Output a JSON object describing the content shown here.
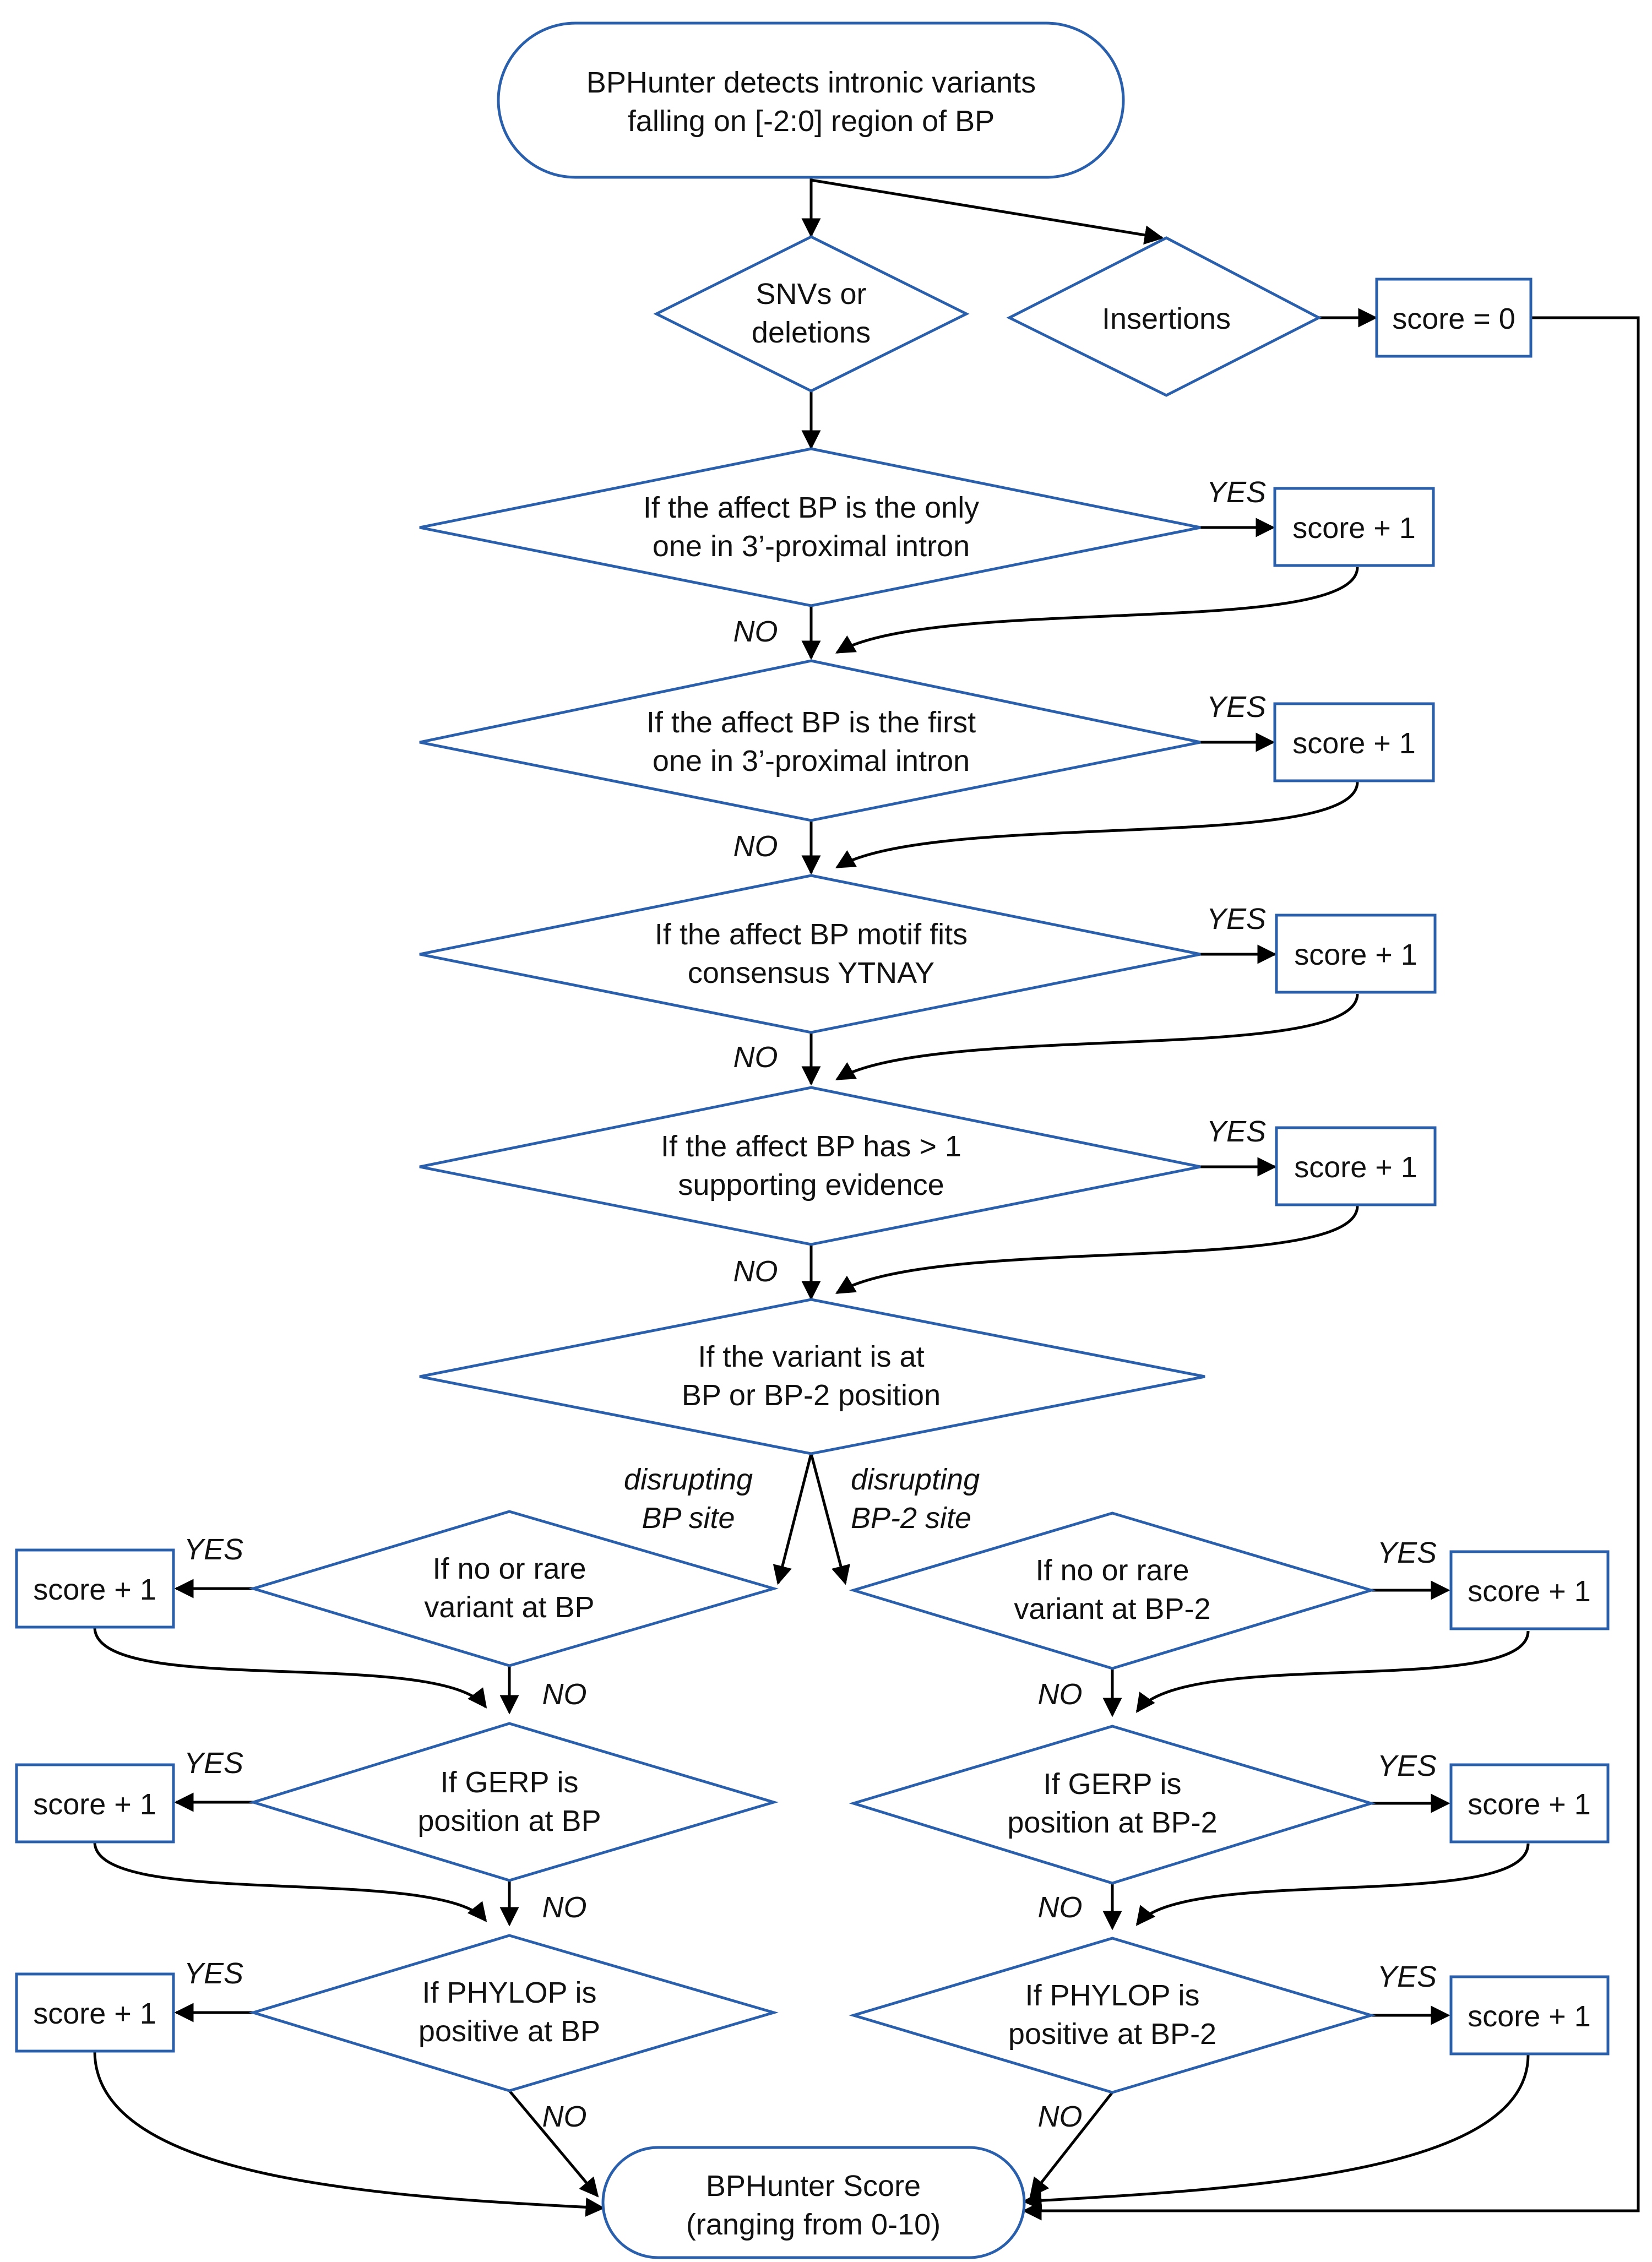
{
  "colors": {
    "node_stroke": "#2a5fab",
    "edge": "#000000",
    "text": "#111111",
    "background": "#ffffff"
  },
  "nodes": {
    "start": {
      "line1": "BPHunter detects intronic variants",
      "line2": "falling on [-2:0] region of BP"
    },
    "snvs": {
      "line1": "SNVs or",
      "line2": "deletions"
    },
    "insertions": {
      "label": "Insertions"
    },
    "score_zero": {
      "label": "score = 0"
    },
    "only_bp": {
      "line1": "If the affect BP is the only",
      "line2": "one in 3’-proximal intron"
    },
    "first_bp": {
      "line1": "If the affect BP is the first",
      "line2": "one in 3’-proximal intron"
    },
    "motif": {
      "line1": "If the affect BP motif fits",
      "line2": "consensus YTNAY"
    },
    "evidence": {
      "line1": "If the affect BP has > 1",
      "line2": "supporting evidence"
    },
    "position": {
      "line1": "If the variant is at",
      "line2": "BP or BP-2 position"
    },
    "rare_bp": {
      "line1": "If no or rare",
      "line2": "variant at BP"
    },
    "gerp_bp": {
      "line1": "If GERP is",
      "line2": "position at BP"
    },
    "phylop_bp": {
      "line1": "If PHYLOP is",
      "line2": "positive at BP"
    },
    "rare_bp2": {
      "line1": "If no or rare",
      "line2": "variant at BP-2"
    },
    "gerp_bp2": {
      "line1": "If GERP is",
      "line2": "position at BP-2"
    },
    "phylop_bp2": {
      "line1": "If PHYLOP is",
      "line2": "positive at BP-2"
    },
    "end": {
      "line1": "BPHunter Score",
      "line2": "(ranging from 0-10)"
    },
    "score_plus": {
      "label": "score + 1"
    }
  },
  "edge_labels": {
    "yes": "YES",
    "no": "NO",
    "disrupt_bp": {
      "line1": "disrupting",
      "line2": "BP site"
    },
    "disrupt_bp2": {
      "line1": "disrupting",
      "line2": "BP-2 site"
    }
  }
}
